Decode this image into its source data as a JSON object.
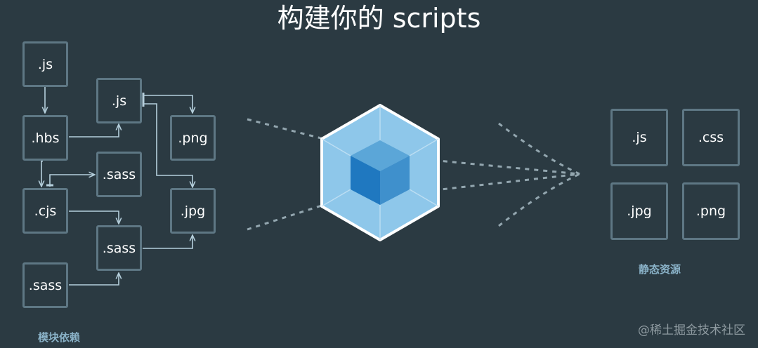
{
  "title": "构建你的 scripts",
  "modules": {
    "js1": ".js",
    "hbs": ".hbs",
    "js2": ".js",
    "png1": ".png",
    "sass1": ".sass",
    "cjs": ".cjs",
    "jpg1": ".jpg",
    "sass2": ".sass",
    "sass3": ".sass"
  },
  "modules_label": "模块依赖",
  "assets": {
    "js": ".js",
    "css": ".css",
    "jpg": ".jpg",
    "png": ".png"
  },
  "assets_label": "静态资源",
  "watermark": "@稀土掘金技术社区",
  "colors": {
    "background": "#2b3a42",
    "box_border": "#5e7784",
    "arrow": "#b5cfdc",
    "label": "#8ab2c8",
    "cube_outer": "#8ec7ea",
    "cube_inner": "#1f78c0"
  }
}
